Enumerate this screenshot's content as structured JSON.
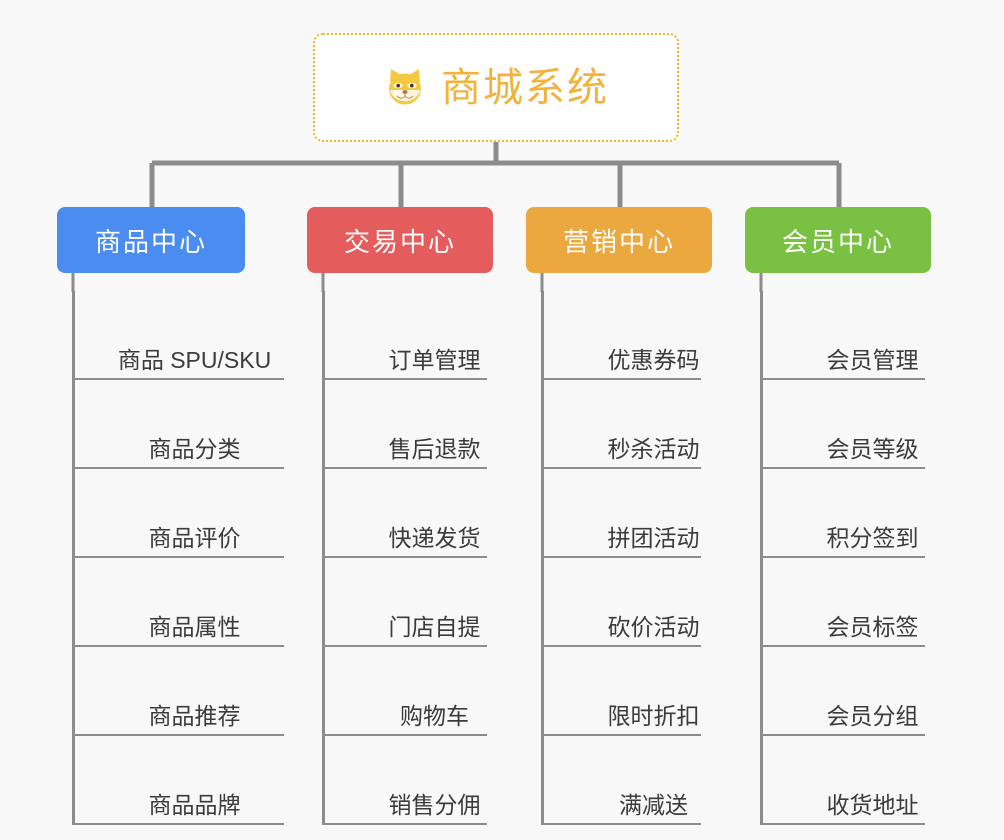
{
  "canvas": {
    "background": "#f8f8f8",
    "line_color": "#8c8c8c"
  },
  "root": {
    "title": "商城系统",
    "icon": "shiba-dog-face-emoji",
    "border_color": "#f0b429",
    "text_color": "#f2b23c",
    "background": "#ffffff"
  },
  "branches": [
    {
      "label": "商品中心",
      "color": "#4a8cf0",
      "items": [
        "商品 SPU/SKU",
        "商品分类",
        "商品评价",
        "商品属性",
        "商品推荐",
        "商品品牌"
      ]
    },
    {
      "label": "交易中心",
      "color": "#e55c5c",
      "items": [
        "订单管理",
        "售后退款",
        "快递发货",
        "门店自提",
        "购物车",
        "销售分佣"
      ]
    },
    {
      "label": "营销中心",
      "color": "#eaa83e",
      "items": [
        "优惠券码",
        "秒杀活动",
        "拼团活动",
        "砍价活动",
        "限时折扣",
        "满减送"
      ]
    },
    {
      "label": "会员中心",
      "color": "#7ac143",
      "items": [
        "会员管理",
        "会员等级",
        "积分签到",
        "会员标签",
        "会员分组",
        "收货地址"
      ]
    }
  ]
}
